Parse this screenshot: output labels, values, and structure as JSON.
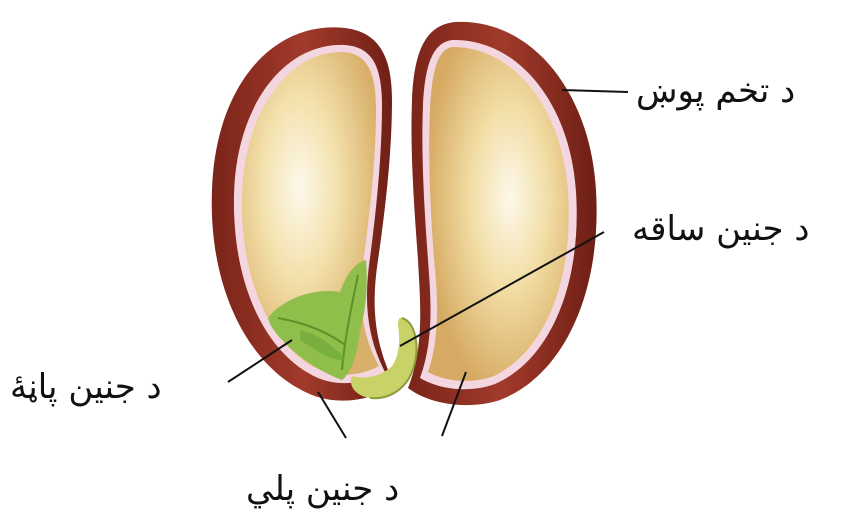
{
  "labels": {
    "seed_coat": "د تخم پوښ",
    "embryo_stem": "د جنین ساقه",
    "embryo_leaf": "د جنین پاڼهٔ",
    "embryo_cotyledons": "د جنین پلي"
  },
  "colors": {
    "seed_coat": "#8e2f22",
    "seed_coat_dark": "#6b1e15",
    "cotyledon_fill": "#e9cf8a",
    "cotyledon_center": "#fbf3dc",
    "membrane": "#f3d6df",
    "embryo_leaf": "#8fbf4a",
    "embryo_stem": "#c9d267",
    "leader_line": "#111111"
  }
}
